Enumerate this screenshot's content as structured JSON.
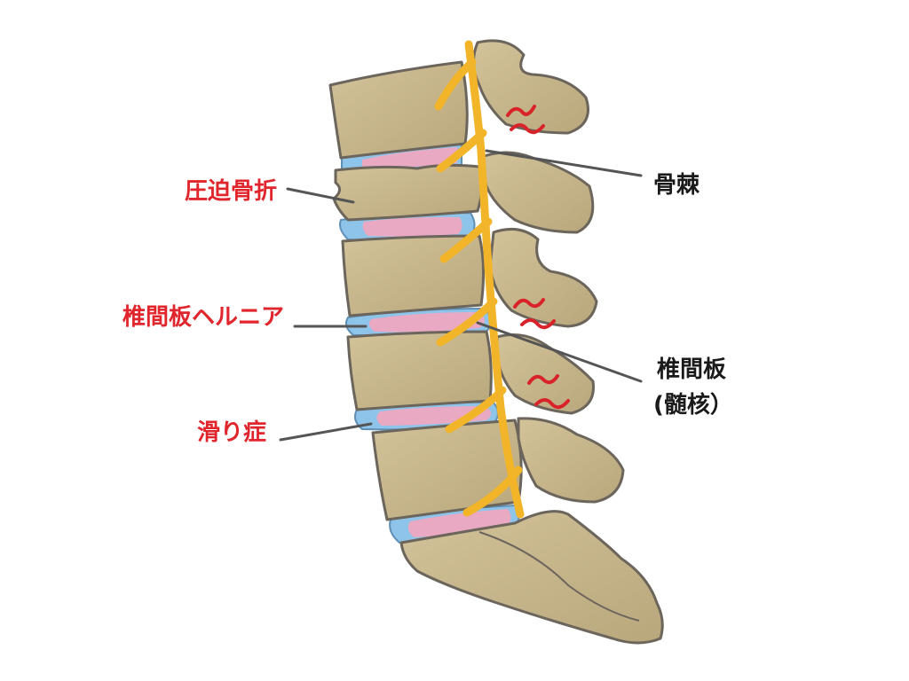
{
  "labels": {
    "compression_fracture": "圧迫骨折",
    "disc_herniation": "椎間板ヘルニア",
    "spondylolisthesis": "滑り症",
    "osteophyte": "骨棘",
    "intervertebral_disc": "椎間板",
    "nucleus_pulposus": "(髄核）"
  },
  "colors": {
    "pathology_label": "#e0252c",
    "anatomy_label": "#1a1a1a",
    "leader_line": "#555555",
    "bone": "#c9b88e",
    "bone_outline": "#6b655c",
    "disc_pink": "#eaa9c3",
    "disc_blue": "#8ec4ea",
    "nerve": "#f2b52a",
    "pain_mark": "#d8232a",
    "background": "#ffffff"
  },
  "icons": {
    "spine": "lumbar-spine-illustration",
    "pain": "pain-squiggle-icon"
  }
}
